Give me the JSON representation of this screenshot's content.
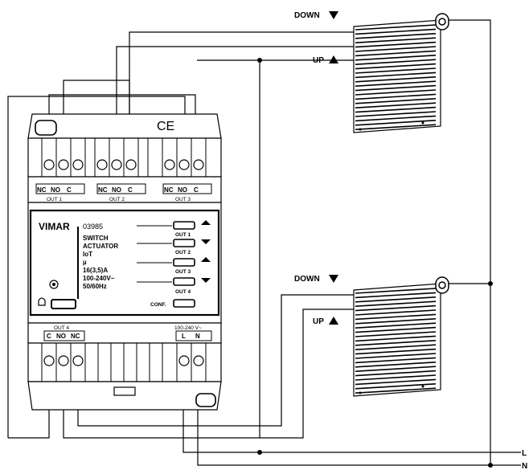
{
  "device": {
    "brand": "VIMAR",
    "code": "03985",
    "desc_lines": [
      "SWITCH",
      "ACTUATOR",
      "IoT",
      "µ",
      "16(3,5)A",
      "100-240V~",
      "50/60Hz"
    ],
    "ce_mark": "CE",
    "outputs": [
      {
        "label": "OUT 1",
        "arrow": "up"
      },
      {
        "label": "OUT 2",
        "arrow": "down"
      },
      {
        "label": "OUT 3",
        "arrow": "up"
      },
      {
        "label": "OUT 4",
        "arrow": "down"
      }
    ],
    "conf_label": "CONF.",
    "top_terminals": [
      {
        "nc": "NC",
        "no": "NO",
        "c": "C",
        "label": "OUT 1"
      },
      {
        "nc": "NC",
        "no": "NO",
        "c": "C",
        "label": "OUT 2"
      },
      {
        "nc": "NC",
        "no": "NO",
        "c": "C",
        "label": "OUT 3"
      }
    ],
    "bottom_left": {
      "label": "OUT 4",
      "c": "C",
      "no": "NO",
      "nc": "NC"
    },
    "bottom_right": {
      "label": "100-240 V~",
      "l": "L",
      "n": "N"
    }
  },
  "shutters": [
    {
      "down_label": "DOWN",
      "up_label": "UP"
    },
    {
      "down_label": "DOWN",
      "up_label": "UP"
    }
  ],
  "lines": {
    "l": "L",
    "n": "N"
  }
}
